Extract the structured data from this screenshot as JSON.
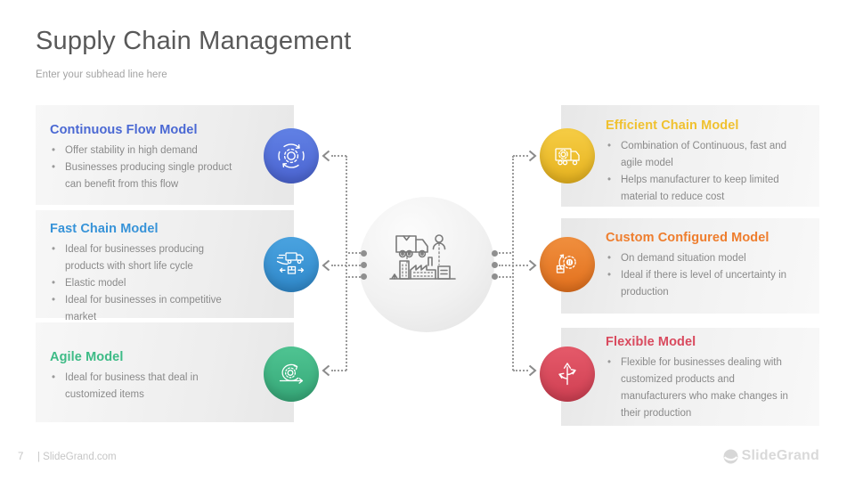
{
  "slide": {
    "title": "Supply Chain Management",
    "subhead": "Enter your subhead line here"
  },
  "models": [
    {
      "title": "Continuous Flow Model",
      "color": "#4a68d3",
      "icon": "sync-gear-icon",
      "bullets": [
        "Offer stability in high demand",
        "Businesses producing single product can benefit from this flow"
      ]
    },
    {
      "title": "Fast Chain Model",
      "color": "#3793d8",
      "icon": "fast-delivery-icon",
      "bullets": [
        "Ideal for businesses producing products with short life cycle",
        "Elastic model",
        "Ideal for businesses in competitive market"
      ]
    },
    {
      "title": "Agile Model",
      "color": "#3dbb86",
      "icon": "agile-loop-icon",
      "bullets": [
        "Ideal for business that deal in customized items"
      ]
    },
    {
      "title": "Efficient Chain Model",
      "color": "#f0c12f",
      "icon": "truck-gear-icon",
      "bullets": [
        "Combination of Continuous, fast and agile model",
        "Helps manufacturer to keep limited material to reduce cost"
      ]
    },
    {
      "title": "Custom Configured Model",
      "color": "#ee7d2d",
      "icon": "configure-gear-icon",
      "bullets": [
        "On demand situation model",
        "Ideal if there is level of uncertainty in production"
      ]
    },
    {
      "title": "Flexible Model",
      "color": "#d94a5e",
      "icon": "flexible-arrows-icon",
      "bullets": [
        "Flexible for businesses dealing with customized products and manufacturers who make changes in their production"
      ]
    }
  ],
  "center": {
    "icon": "supply-chain-logistics-icon"
  },
  "footer": {
    "page_number": "7",
    "site_label": "| SlideGrand.com",
    "brand": "SlideGrand"
  },
  "colors": {
    "royal_blue": "#4a68d3",
    "blue": "#3793d8",
    "green": "#3dbb86",
    "yellow": "#f0c12f",
    "orange": "#ee7d2d",
    "red": "#d94a5e",
    "connector_gray": "#9b9b9b",
    "body_text": "#8a8a8a",
    "title_text": "#595959"
  }
}
